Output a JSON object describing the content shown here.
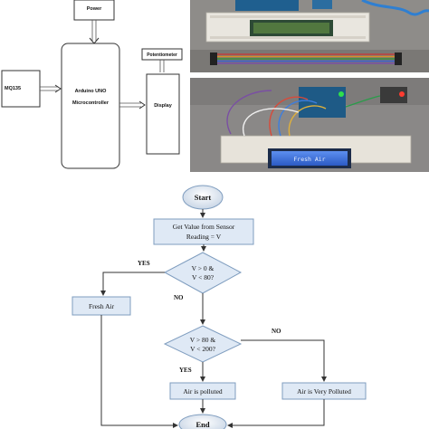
{
  "block_diagram": {
    "power": "Power",
    "sensor": "MQ135",
    "controller_line1": "Arduino UNO",
    "controller_line2": "Microcontroller",
    "potentiometer": "Potentiometer",
    "display": "Display"
  },
  "photos": {
    "lcd_text": "Fresh Air"
  },
  "flowchart": {
    "start": "Start",
    "read_line1": "Get Value from Sensor",
    "read_line2": "Reading = V",
    "decision1_line1": "V > 0 &",
    "decision1_line2": "V < 80?",
    "decision2_line1": "V > 80 &",
    "decision2_line2": "V < 200?",
    "fresh_air": "Fresh Air",
    "polluted": "Air is polluted",
    "very_polluted": "Air is Very Polluted",
    "end": "End",
    "yes_label_1": "YES",
    "no_label_1": "NO",
    "yes_label_2": "YES",
    "no_label_2": "NO"
  },
  "colors": {
    "flow_box_fill": "#dfe9f5",
    "flow_box_stroke": "#7f9dbf",
    "lcd_backlight": "#3a6fd8"
  }
}
